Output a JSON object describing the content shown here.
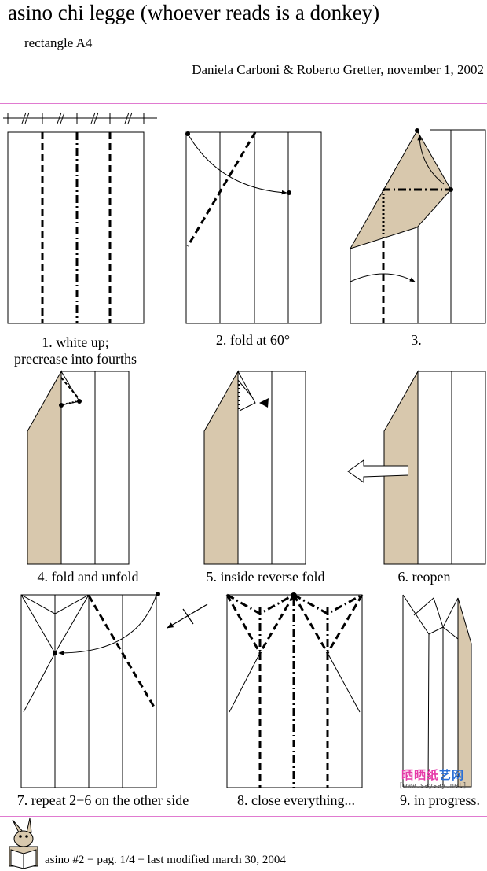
{
  "header": {
    "title": "asino chi legge (whoever reads is a donkey)",
    "subtitle": "rectangle A4",
    "byline": "Daniela Carboni & Roberto Gretter, november 1, 2002"
  },
  "steps": [
    {
      "caption": "1. white up;\nprecrease into fourths"
    },
    {
      "caption": "2. fold at 60°"
    },
    {
      "caption": "3."
    },
    {
      "caption": "4. fold and unfold"
    },
    {
      "caption": "5. inside reverse fold"
    },
    {
      "caption": "6. reopen"
    },
    {
      "caption": "7. repeat 2−6 on the other side"
    },
    {
      "caption": "8. close everything..."
    },
    {
      "caption": "9. in progress."
    }
  ],
  "footer": {
    "text": "asino #2 − pag. 1/4 − last modified march 30, 2004"
  },
  "watermark": {
    "chinese": "晒晒纸艺网",
    "url": "[www.saysay.net]"
  },
  "colors": {
    "paper_color_side": "#d8c8ad",
    "divider_line": "#e07ad0",
    "line": "#000000"
  }
}
